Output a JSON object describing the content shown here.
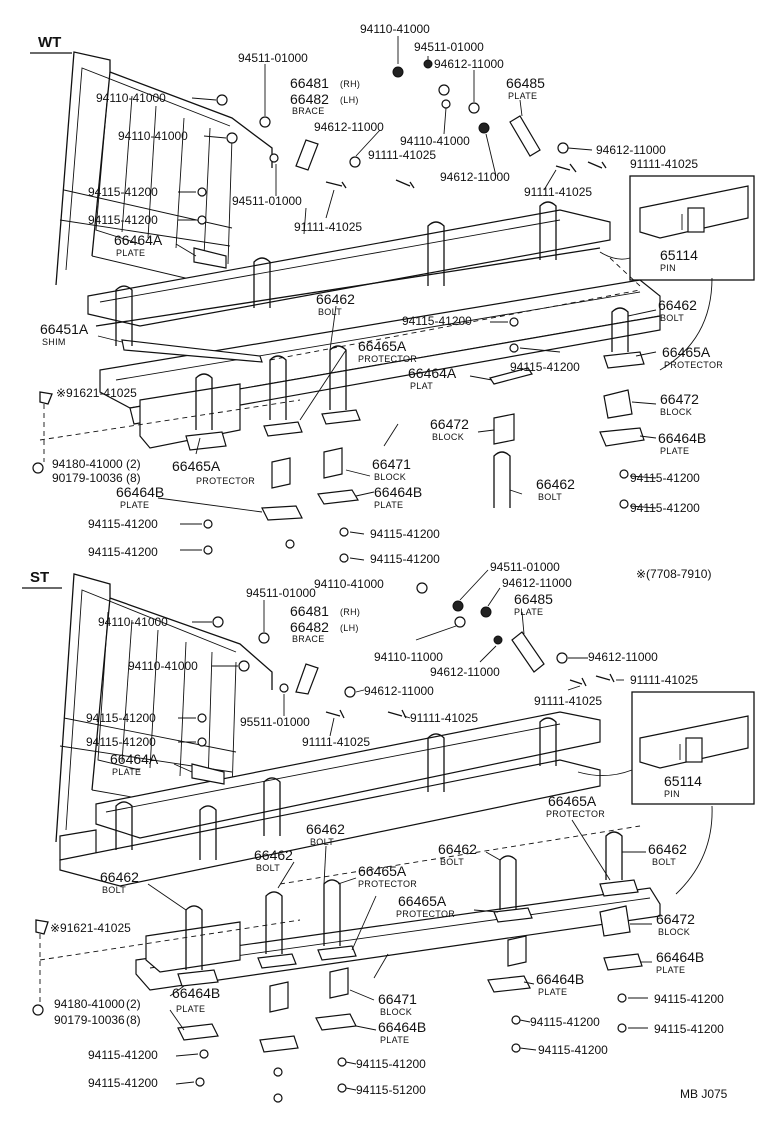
{
  "sections": {
    "wt": "WT",
    "st": "ST"
  },
  "date_range": "※(7708-7910)",
  "drawing_code": "MB J075",
  "wt": {
    "p94110_41000_top": "94110-41000",
    "p94511_01000_a": "94511-01000",
    "p94511_01000_b": "94511-01000",
    "p94612_11000_a": "94612-11000",
    "p66485": "66485",
    "p66485_name": "PLATE",
    "p66481": "66481",
    "p66481_note": "(RH)",
    "p66482": "66482",
    "p66482_note": "(LH)",
    "brace_name": "BRACE",
    "p94110_41000_l1": "94110-41000",
    "p94110_41000_l2": "94110-41000",
    "p94612_11000_b": "94612-11000",
    "p94110_41000_c": "94110-41000",
    "p94612_11000_r": "94612-11000",
    "p91111_41025_a": "91111-41025",
    "p94612_11000_c": "94612-11000",
    "p91111_41025_r": "91111-41025",
    "p91111_41025_b": "91111-41025",
    "p94115_41200_a": "94115-41200",
    "p94511_01000_c": "94511-01000",
    "p94115_41200_b": "94115-41200",
    "p91111_41025_c": "91111-41025",
    "p66464A": "66464A",
    "plate": "PLATE",
    "p65114": "65114",
    "pin": "PIN",
    "p66462_a": "66462",
    "bolt": "BOLT",
    "p66462_r": "66462",
    "p66451A": "66451A",
    "shim": "SHIM",
    "p94115_41200_c": "94115-41200",
    "p66465A_a": "66465A",
    "protector": "PROTECTOR",
    "p66465A_r": "66465A",
    "p94115_41200_d": "94115-41200",
    "p66464A_b": "66464A",
    "plat": "PLAT",
    "p91621_41025": "※91621-41025",
    "p66472_r": "66472",
    "block": "BLOCK",
    "p66472_c": "66472",
    "p66464B_r": "66464B",
    "p94180_41000": "94180-41000",
    "qty2": "(2)",
    "p90179_10036": "90179-10036",
    "qty8": "(8)",
    "p66465A_b": "66465A",
    "p66471": "66471",
    "p66462_b": "66462",
    "p94115_41200_e": "94115-41200",
    "p66464B_l": "66464B",
    "p66464B_c": "66464B",
    "p94115_41200_f": "94115-41200",
    "p94115_41200_g": "94115-41200",
    "p94115_41200_h": "94115-41200",
    "p94115_41200_i": "94115-41200",
    "p94115_41200_j": "94115-41200"
  },
  "st": {
    "p94511_01000_a": "94511-01000",
    "p94612_11000_a": "94612-11000",
    "p94511_01000_b": "94511-01000",
    "p94110_41000_b": "94110-41000",
    "p66485": "66485",
    "p66485_name": "PLATE",
    "p66481": "66481",
    "p66481_note": "(RH)",
    "p66482": "66482",
    "p66482_note": "(LH)",
    "brace_name": "BRACE",
    "p94110_41000_l1": "94110-41000",
    "p94110_11000": "94110-11000",
    "p94612_11000_b": "94612-11000",
    "p94612_11000_r": "94612-11000",
    "p94110_41000_l2": "94110-41000",
    "p91111_41025_r": "91111-41025",
    "p94612_11000_c": "94612-11000",
    "p91111_41025_b": "91111-41025",
    "p94115_41200_a": "94115-41200",
    "p95511_01000": "95511-01000",
    "p91111_41025_c": "91111-41025",
    "p94115_41200_b": "94115-41200",
    "p91111_41025_d": "91111-41025",
    "p66464A": "66464A",
    "plate": "PLATE",
    "p65114": "65114",
    "pin": "PIN",
    "p66465A_r": "66465A",
    "protector": "PROTECTOR",
    "p66462_c": "66462",
    "bolt": "BOLT",
    "p66462_m": "66462",
    "p66462_r": "66462",
    "p66462_l": "66462",
    "p66462_l2": "66462",
    "p66465A_a": "66465A",
    "p66465A_b": "66465A",
    "p91621_41025": "※91621-41025",
    "p66472": "66472",
    "block": "BLOCK",
    "p66464B_r": "66464B",
    "p66464B_c": "66464B",
    "p94180_41000": "94180-41000",
    "qty2": "(2)",
    "p90179_10036": "90179-10036",
    "qty8": "(8)",
    "p66464B_l": "66464B",
    "p66471": "66471",
    "p66464B_b": "66464B",
    "p94115_41200_c": "94115-41200",
    "p94115_41200_d": "94115-41200",
    "p94115_41200_e": "94115-41200",
    "p94115_41200_f": "94115-41200",
    "p94115_41200_g": "94115-41200",
    "p94115_41200_h": "94115-41200",
    "p94115_51200": "94115-51200",
    "p94115_41200_i": "94115-41200"
  }
}
